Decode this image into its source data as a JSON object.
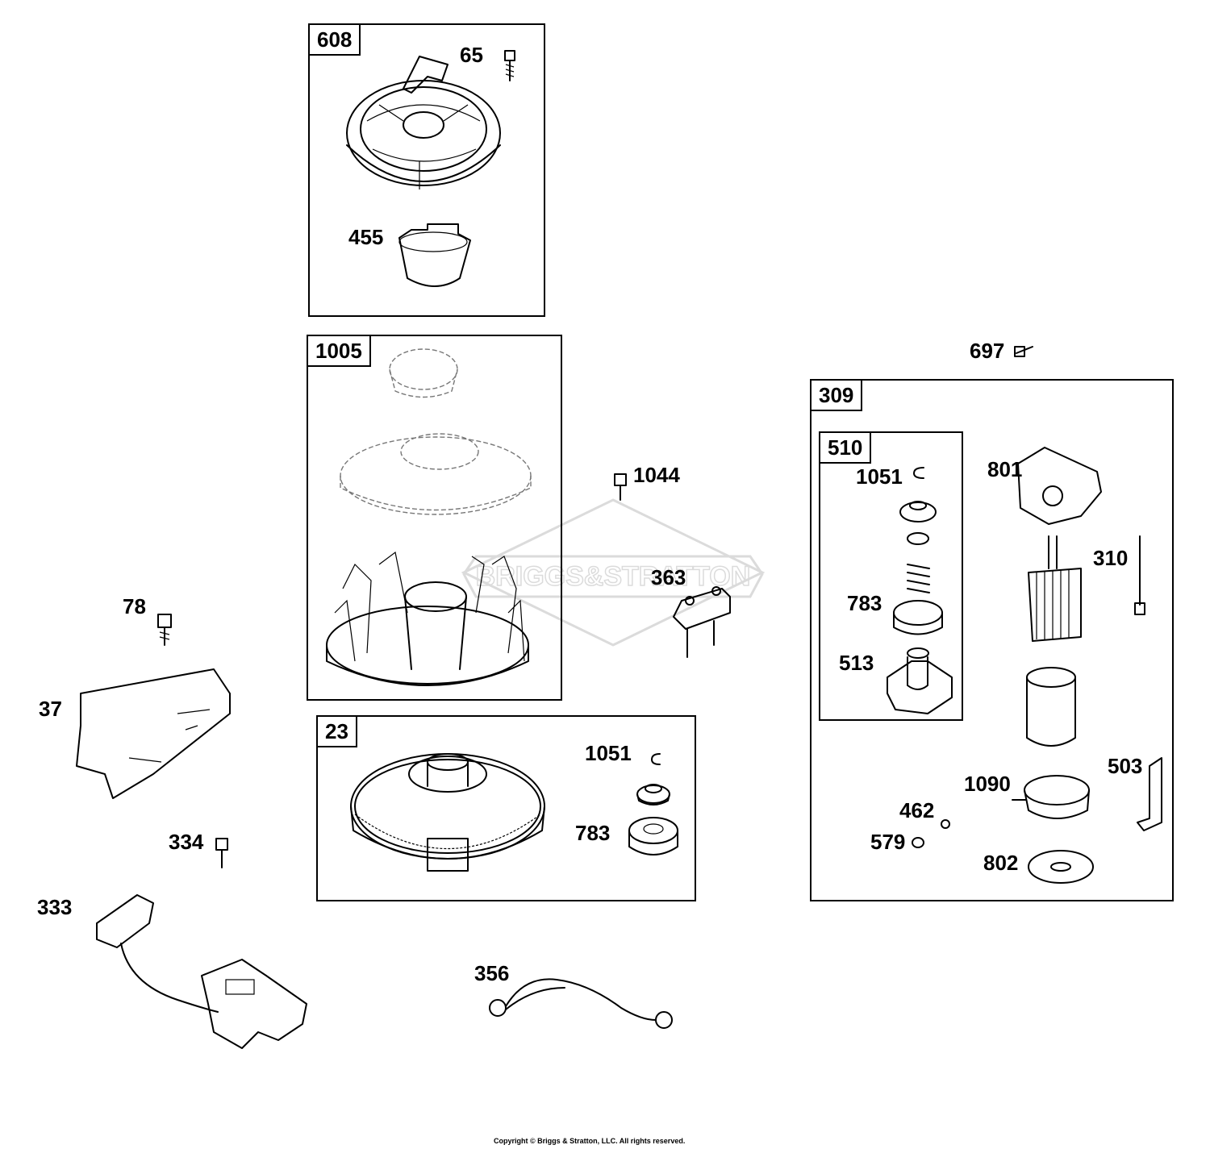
{
  "watermark": "BRIGGS&STRATTON",
  "copyright": "Copyright © Briggs & Stratton, LLC. All rights reserved.",
  "boxes": {
    "box_608": "608",
    "box_1005": "1005",
    "box_23": "23",
    "box_309": "309",
    "box_510": "510"
  },
  "callouts": {
    "c65": "65",
    "c455": "455",
    "c1044": "1044",
    "c363": "363",
    "c78": "78",
    "c37": "37",
    "c334": "334",
    "c333": "333",
    "c356": "356",
    "c1051_flywheel": "1051",
    "c783_flywheel": "783",
    "c697": "697",
    "c1051_drive": "1051",
    "c783_drive": "783",
    "c513": "513",
    "c801": "801",
    "c310": "310",
    "c503": "503",
    "c1090": "1090",
    "c462": "462",
    "c579": "579",
    "c802": "802"
  }
}
